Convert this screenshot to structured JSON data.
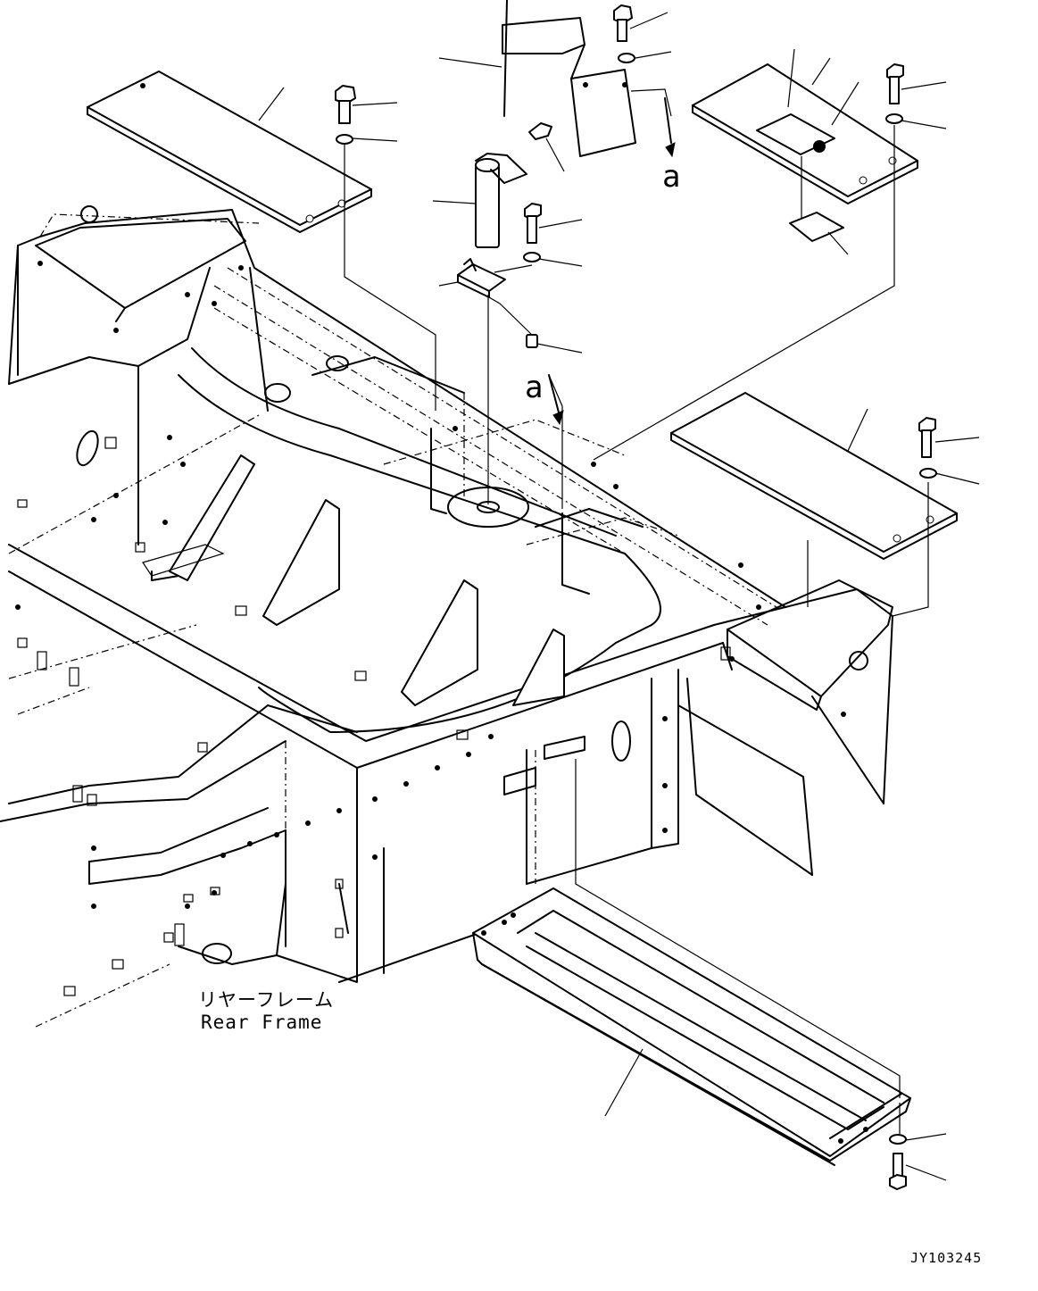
{
  "diagram": {
    "caption_jp": "リヤーフレーム",
    "caption_en": "Rear Frame",
    "drawing_code": "JY103245",
    "view_marker_top": "a",
    "view_marker_mid": "a"
  },
  "colors": {
    "line": "#000000",
    "background": "#ffffff"
  }
}
